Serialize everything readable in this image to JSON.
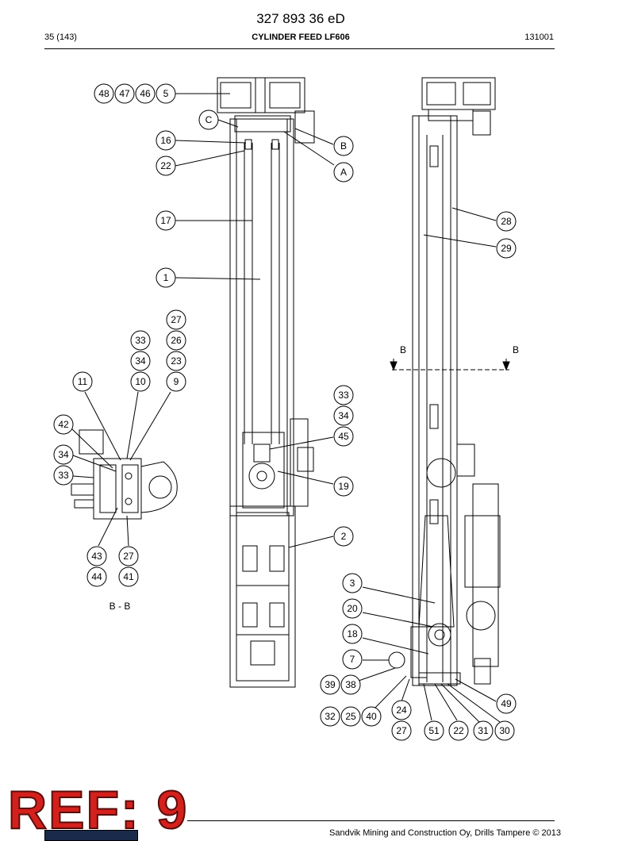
{
  "header": {
    "doc_number": "327 893 36 eD",
    "page_ref": "35 (143)",
    "title": "CYLINDER FEED LF606",
    "code": "131001"
  },
  "callouts": [
    {
      "id": "c48",
      "label": "48"
    },
    {
      "id": "c47",
      "label": "47"
    },
    {
      "id": "c46",
      "label": "46"
    },
    {
      "id": "c5",
      "label": "5"
    },
    {
      "id": "cC",
      "label": "C"
    },
    {
      "id": "c16",
      "label": "16"
    },
    {
      "id": "cB",
      "label": "B"
    },
    {
      "id": "c22a",
      "label": "22"
    },
    {
      "id": "cA",
      "label": "A"
    },
    {
      "id": "c17",
      "label": "17"
    },
    {
      "id": "c1",
      "label": "1"
    },
    {
      "id": "c28",
      "label": "28"
    },
    {
      "id": "c29",
      "label": "29"
    },
    {
      "id": "c27a",
      "label": "27"
    },
    {
      "id": "c33a",
      "label": "33"
    },
    {
      "id": "c26",
      "label": "26"
    },
    {
      "id": "c34a",
      "label": "34"
    },
    {
      "id": "c23",
      "label": "23"
    },
    {
      "id": "c11",
      "label": "11"
    },
    {
      "id": "c10",
      "label": "10"
    },
    {
      "id": "c9",
      "label": "9"
    },
    {
      "id": "c33b",
      "label": "33"
    },
    {
      "id": "c34b",
      "label": "34"
    },
    {
      "id": "c45",
      "label": "45"
    },
    {
      "id": "c42",
      "label": "42"
    },
    {
      "id": "c34c",
      "label": "34"
    },
    {
      "id": "c33c",
      "label": "33"
    },
    {
      "id": "c19",
      "label": "19"
    },
    {
      "id": "c2",
      "label": "2"
    },
    {
      "id": "c43",
      "label": "43"
    },
    {
      "id": "c27b",
      "label": "27"
    },
    {
      "id": "c44",
      "label": "44"
    },
    {
      "id": "c41",
      "label": "41"
    },
    {
      "id": "c3",
      "label": "3"
    },
    {
      "id": "c20",
      "label": "20"
    },
    {
      "id": "c18",
      "label": "18"
    },
    {
      "id": "c7",
      "label": "7"
    },
    {
      "id": "c39",
      "label": "39"
    },
    {
      "id": "c38",
      "label": "38"
    },
    {
      "id": "c49",
      "label": "49"
    },
    {
      "id": "c24",
      "label": "24"
    },
    {
      "id": "c32",
      "label": "32"
    },
    {
      "id": "c25",
      "label": "25"
    },
    {
      "id": "c40",
      "label": "40"
    },
    {
      "id": "c27c",
      "label": "27"
    },
    {
      "id": "c51",
      "label": "51"
    },
    {
      "id": "c22b",
      "label": "22"
    },
    {
      "id": "c31",
      "label": "31"
    },
    {
      "id": "c30",
      "label": "30"
    }
  ],
  "section_markers": {
    "left": "B",
    "right": "B"
  },
  "section_label": "B - B",
  "ref_stamp": "REF: 9",
  "footer": {
    "text": "Sandvik Mining and Construction Oy, Drills Tampere © 2013"
  }
}
